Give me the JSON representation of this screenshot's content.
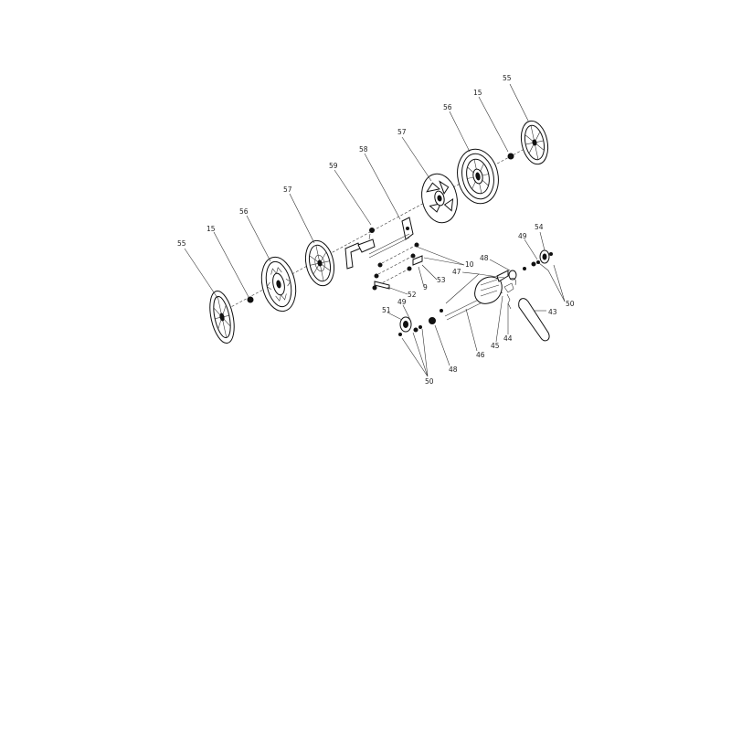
{
  "callouts": {
    "c55a": "55",
    "c15a": "15",
    "c56a": "56",
    "c57a": "57",
    "c59": "59",
    "c58": "58",
    "c57b": "57",
    "c56b": "56",
    "c15b": "15",
    "c55b": "55",
    "c54": "54",
    "c49a": "49",
    "c48a": "48",
    "c47": "47",
    "c10": "10",
    "c53": "53",
    "c9": "9",
    "c52": "52",
    "c50a": "50",
    "c43": "43",
    "c44": "44",
    "c45": "45",
    "c46": "46",
    "c48b": "48",
    "c51": "51",
    "c49b": "49",
    "c50b": "50"
  }
}
